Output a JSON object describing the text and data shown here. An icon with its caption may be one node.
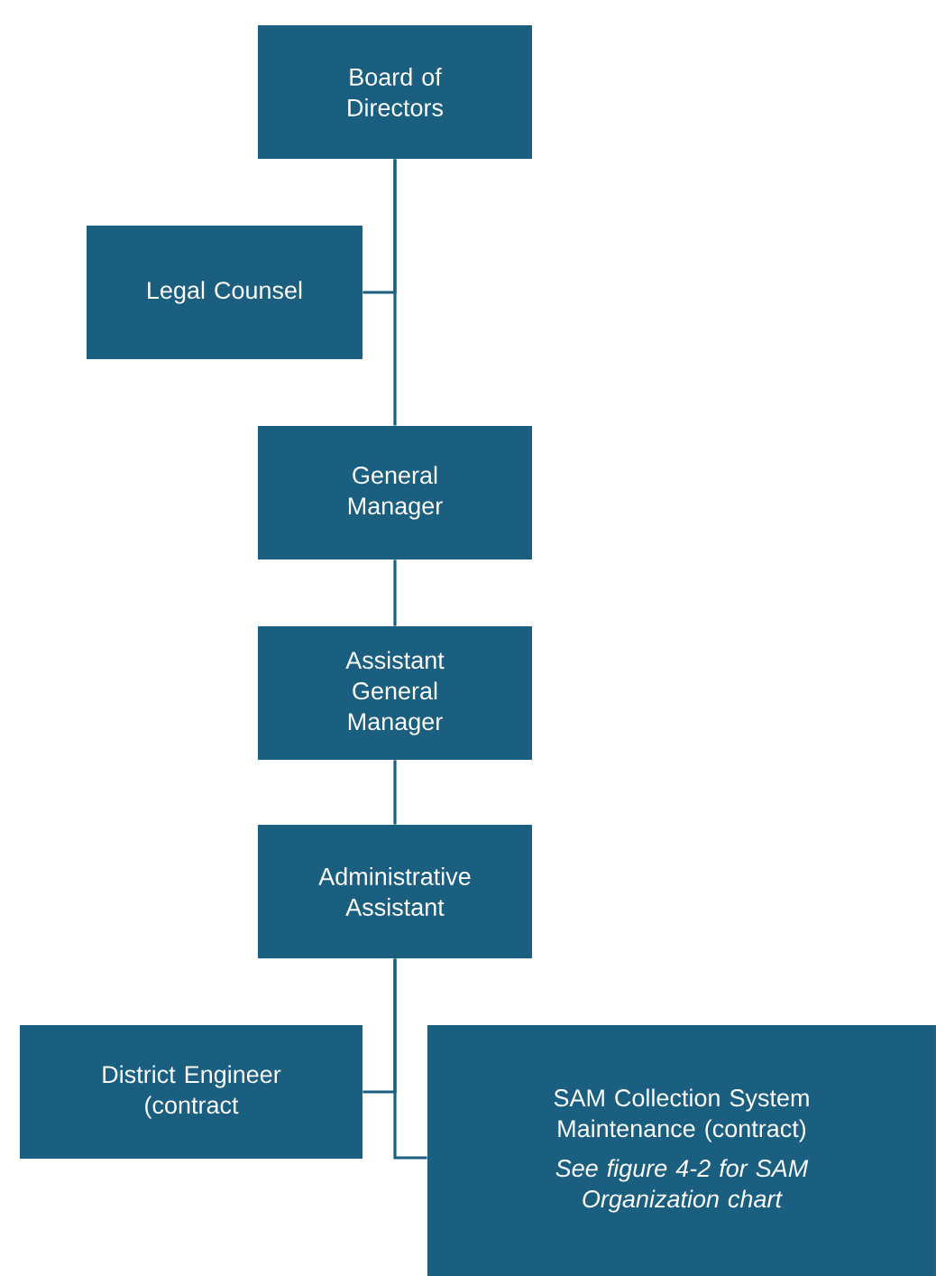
{
  "diagram": {
    "nodes": [
      {
        "text": [
          "Board of Directors"
        ]
      },
      {
        "text": [
          "Legal Counsel"
        ]
      },
      {
        "text": [
          "General Manager"
        ]
      },
      {
        "text": [
          "Assistant General Manager"
        ]
      },
      {
        "text": [
          "Administrative Assistant"
        ]
      },
      {
        "text": [
          "District Engineer (contract"
        ]
      },
      {
        "text": [
          "SAM Collection System Maintenance (contract)",
          "See figure 4-2 for SAM Organization chart"
        ]
      }
    ],
    "edges": [
      {
        "from": 0,
        "to": 2,
        "arrow": "none"
      },
      {
        "from": 0,
        "to": 1,
        "arrow": "none"
      },
      {
        "from": 2,
        "to": 3,
        "arrow": "none"
      },
      {
        "from": 3,
        "to": 4,
        "arrow": "none"
      },
      {
        "from": 4,
        "to": 5,
        "arrow": "none"
      },
      {
        "from": 4,
        "to": 6,
        "arrow": "none"
      }
    ]
  }
}
